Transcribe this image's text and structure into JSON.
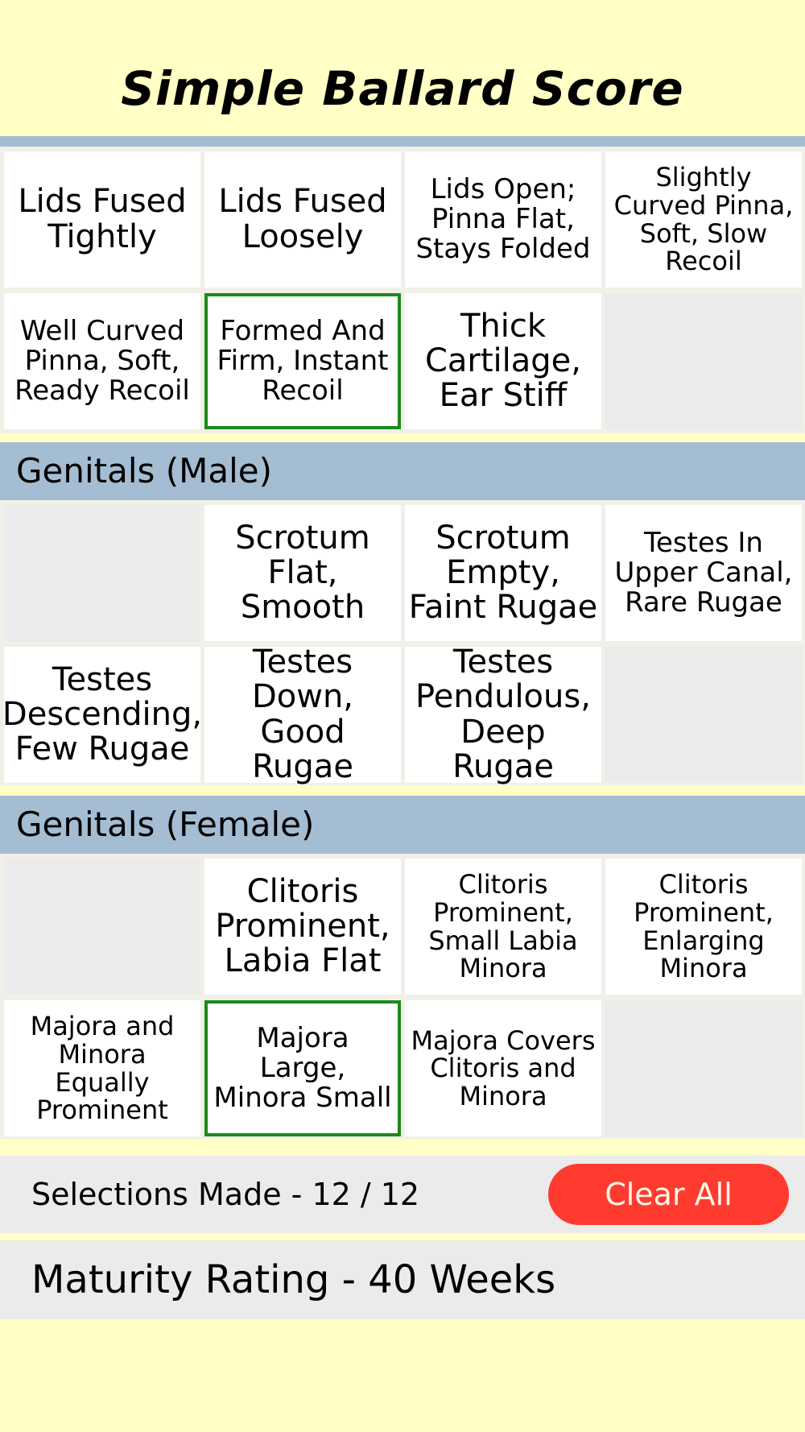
{
  "title": "Simple Ballard Score",
  "ear": {
    "cells": [
      "Lids Fused Tightly",
      "Lids Fused Loosely",
      "Lids Open; Pinna Flat, Stays Folded",
      "Slightly Curved Pinna, Soft, Slow Recoil",
      "Well Curved Pinna, Soft, Ready Recoil",
      "Formed And Firm, Instant Recoil",
      "Thick Cartilage, Ear Stiff"
    ],
    "selected": "Formed And Firm, Instant Recoil"
  },
  "genitals_male": {
    "header": "Genitals (Male)",
    "cells": [
      "Scrotum Flat, Smooth",
      "Scrotum Empty, Faint Rugae",
      "Testes In Upper Canal, Rare Rugae",
      "Testes Descending, Few Rugae",
      "Testes Down, Good Rugae",
      "Testes Pendulous, Deep Rugae"
    ]
  },
  "genitals_female": {
    "header": "Genitals (Female)",
    "cells": [
      "Clitoris Prominent, Labia Flat",
      "Clitoris Prominent, Small Labia Minora",
      "Clitoris Prominent, Enlarging Minora",
      "Majora and Minora Equally Prominent",
      "Majora Large, Minora Small",
      "Majora Covers Clitoris and Minora"
    ],
    "selected": "Majora Large, Minora Small"
  },
  "selections_text": "Selections Made - 12 / 12",
  "clear_label": "Clear All",
  "maturity_text": "Maturity Rating - 40 Weeks",
  "colors": {
    "background": "#ffffc6",
    "header": "#a5bdd2",
    "selected_border": "#1b8a1b",
    "clear_button": "#ff3b30"
  }
}
